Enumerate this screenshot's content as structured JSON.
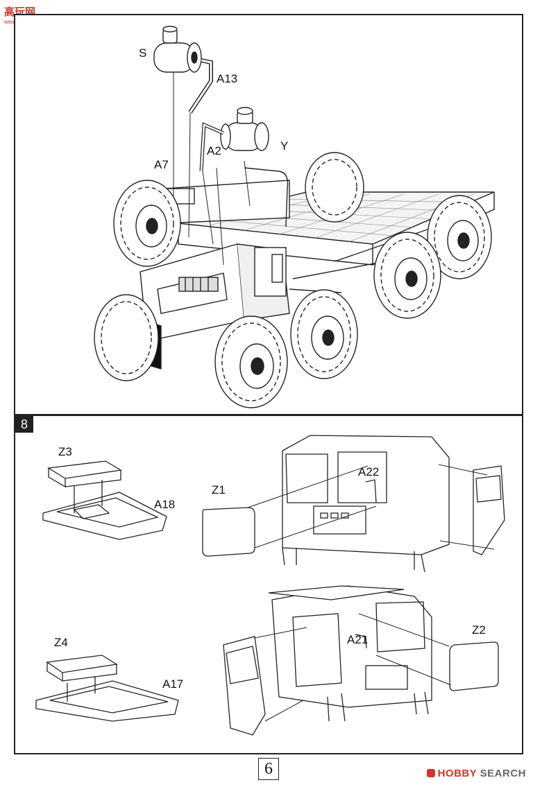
{
  "watermark": {
    "site": "高玩网",
    "site_sub": "www.gaowan.com"
  },
  "step7": {
    "labels": {
      "s": "S",
      "a13": "A13",
      "a2": "A2",
      "y": "Y",
      "a7": "A7"
    }
  },
  "step8": {
    "number": "8",
    "labels": {
      "z3": "Z3",
      "a18": "A18",
      "z1": "Z1",
      "a22": "A22",
      "z4": "Z4",
      "a17": "A17",
      "a21": "A21",
      "z2": "Z2"
    }
  },
  "page": {
    "number": "6"
  },
  "brand": {
    "hobby": "HOBBY",
    "search": "SEARCH"
  },
  "colors": {
    "ink": "#222222",
    "tread": "#555555",
    "grille": "#111111",
    "brand": "#d3352a"
  }
}
